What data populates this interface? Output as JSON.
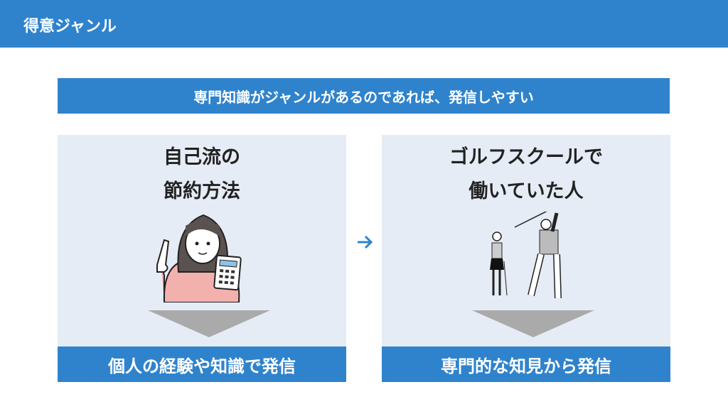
{
  "header": {
    "title": "得意ジャンル"
  },
  "banner": {
    "text": "専門知識がジャンルがあるのであれば、発信しやすい"
  },
  "panels": [
    {
      "title_line1": "自己流の",
      "title_line2": "節約方法",
      "illustration": "woman-with-calculator",
      "footer": "個人の経験や知識で発信"
    },
    {
      "title_line1": "ゴルフスクールで",
      "title_line2": "働いていた人",
      "illustration": "golfers",
      "footer": "専門的な知見から発信"
    }
  ],
  "colors": {
    "accent": "#2F83CC",
    "panel_bg": "#E5ECF5",
    "triangle": "#AAAAAA"
  }
}
